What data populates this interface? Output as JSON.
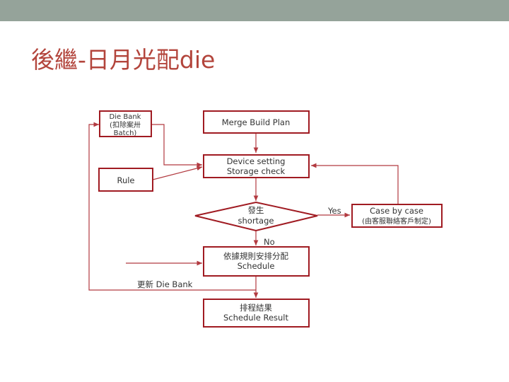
{
  "slide": {
    "title": "後繼-日月光配die",
    "title_color": "#b3453c",
    "bar_color": "#95a39a"
  },
  "flowchart": {
    "accent_color": "#a01b22",
    "nodes": {
      "die_bank": [
        "Die Bank",
        "(扣除案卅",
        "Batch)"
      ],
      "merge_build_plan": "Merge Build Plan",
      "rule": "Rule",
      "device_setting": [
        "Device setting",
        "Storage check"
      ],
      "decision": [
        "發生",
        "shortage"
      ],
      "case_by_case": [
        "Case by case",
        "(由客服聯絡客戶制定)"
      ],
      "allocation": [
        "依據規則安排分配",
        "Schedule"
      ],
      "result": [
        "排程結果",
        "Schedule Result"
      ]
    },
    "edges": {
      "yes": "Yes",
      "no": "No",
      "update_die_bank": "更新 Die Bank"
    }
  }
}
